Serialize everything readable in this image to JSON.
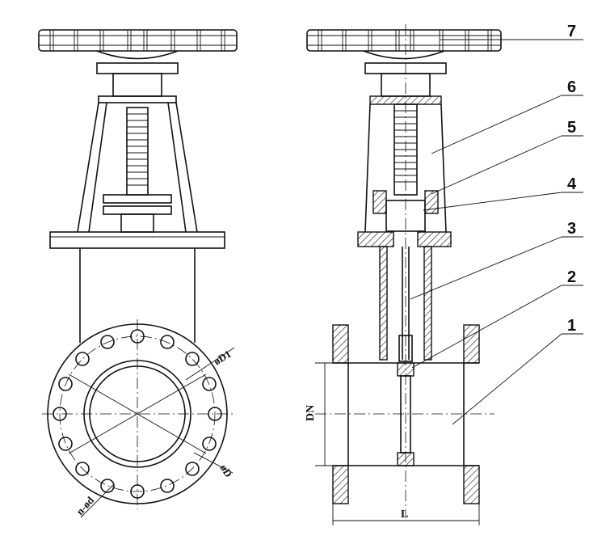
{
  "part_labels": [
    "1",
    "2",
    "3",
    "4",
    "5",
    "6",
    "7"
  ],
  "dimensions": {
    "length": "L",
    "nominal_diameter": "DN",
    "pitch_circle": "øD1",
    "outer_diameter": "øD",
    "bolt_holes": "n-ød"
  }
}
